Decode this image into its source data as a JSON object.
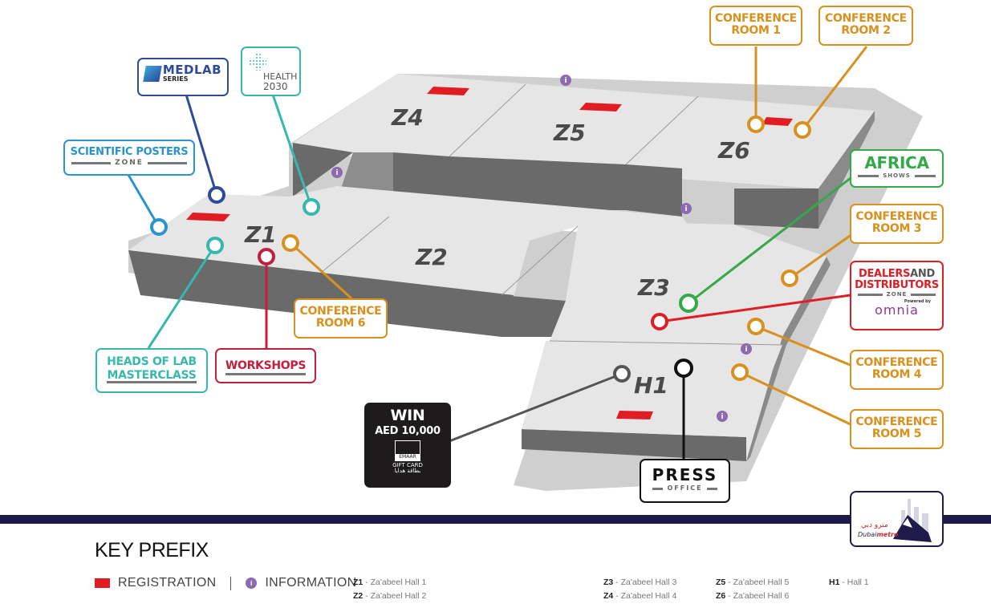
{
  "map": {
    "zones": [
      {
        "code": "Z1"
      },
      {
        "code": "Z2"
      },
      {
        "code": "Z3"
      },
      {
        "code": "Z4"
      },
      {
        "code": "Z5"
      },
      {
        "code": "Z6"
      },
      {
        "code": "H1"
      }
    ],
    "info_glyph": "i",
    "callouts": {
      "medlab": {
        "brand": "MEDLAB",
        "sub": "SERIES"
      },
      "health2030": {
        "line1": "HEALTH",
        "line2": "2030"
      },
      "scientific_posters": {
        "title": "SCIENTIFIC POSTERS",
        "sub": "ZONE"
      },
      "conference_room_1": {
        "line1": "CONFERENCE",
        "line2": "ROOM 1"
      },
      "conference_room_2": {
        "line1": "CONFERENCE",
        "line2": "ROOM 2"
      },
      "africa": {
        "title": "AFRICA",
        "sub": "SHOWS"
      },
      "conference_room_3": {
        "line1": "CONFERENCE",
        "line2": "ROOM 3"
      },
      "dealers": {
        "word1": "DEALERS",
        "word2": "AND",
        "line2": "DISTRIBUTORS",
        "sub": "ZONE",
        "powered": "Powered by",
        "brand": "omnia"
      },
      "conference_room_4": {
        "line1": "CONFERENCE",
        "line2": "ROOM 4"
      },
      "conference_room_5": {
        "line1": "CONFERENCE",
        "line2": "ROOM 5"
      },
      "conference_room_6": {
        "line1": "CONFERENCE",
        "line2": "ROOM 6"
      },
      "heads_of_lab": {
        "line1": "HEADS OF LAB",
        "line2": "MASTERCLASS"
      },
      "workshops": {
        "title": "WORKSHOPS"
      },
      "win": {
        "line1": "WIN",
        "line2": "AED 10,000",
        "brand": "EMAAR",
        "gift": "GIFT CARD",
        "gift_ar": "بطاقة هدايا"
      },
      "press": {
        "title": "PRESS",
        "sub": "OFFICE"
      }
    },
    "colors": {
      "conference": "#d8901e",
      "medlab": "#2e4b9b",
      "posters": "#2a93d0",
      "teal": "#38b8ad",
      "workshops": "#c21f3a",
      "africa": "#35a849",
      "dealers": "#e11d24",
      "press": "#111111",
      "registration": "#e11d24",
      "information": "#8c6bb1"
    }
  },
  "metro": {
    "arabic": "مترو دبي",
    "dubai": "Dubai",
    "metro": "metro"
  },
  "key": {
    "title": "KEY PREFIX",
    "registration_label": "REGISTRATION",
    "information_label": "INFORMATION",
    "halls": [
      {
        "code": "Z1",
        "name": "Za'abeel Hall 1"
      },
      {
        "code": "Z2",
        "name": "Za'abeel Hall 2"
      },
      {
        "code": "Z3",
        "name": "Za'abeel Hall 3"
      },
      {
        "code": "Z4",
        "name": "Za'abeel Hall 4"
      },
      {
        "code": "Z5",
        "name": "Za'abeel Hall 5"
      },
      {
        "code": "Z6",
        "name": "Za'abeel Hall 6"
      },
      {
        "code": "H1",
        "name": "Hall 1"
      }
    ]
  }
}
